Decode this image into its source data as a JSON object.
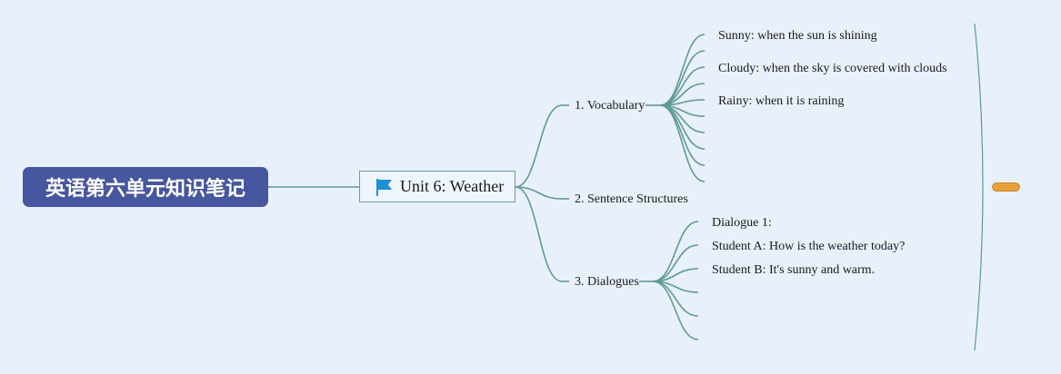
{
  "root": {
    "title": "英语第六单元知识笔记"
  },
  "topic": {
    "title": "Unit 6: Weather",
    "icon": "flag-icon"
  },
  "branches": [
    {
      "label": "1. Vocabulary",
      "children": [
        "Sunny: when the sun is shining",
        "Cloudy: when the sky is covered with clouds",
        "Rainy: when it is raining",
        "",
        "",
        "",
        "",
        "",
        ""
      ]
    },
    {
      "label": "2. Sentence Structures",
      "children": []
    },
    {
      "label": "3. Dialogues",
      "children": [
        "Dialogue 1:",
        "Student A: How is the weather today?",
        "Student B: It's sunny and warm.",
        "",
        "",
        ""
      ]
    }
  ],
  "colors": {
    "background": "#e8f0fb",
    "root_fill": "#47579f",
    "connector": "#5f9a94",
    "handle": "#e9a23b",
    "flag": "#1e90d6"
  }
}
